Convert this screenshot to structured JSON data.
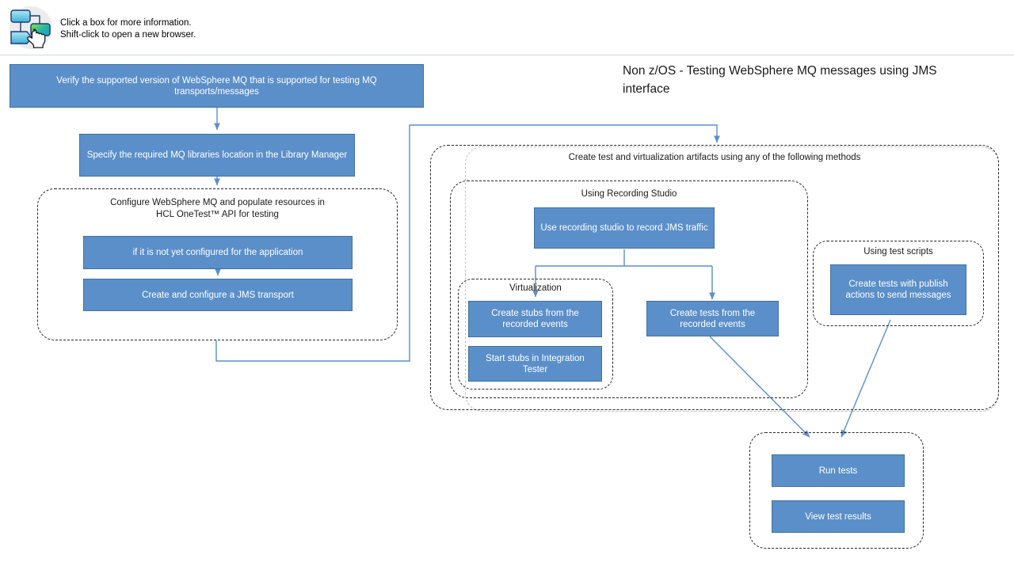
{
  "legend": {
    "icon_name": "flowchart-click-icon",
    "text": "Click a box for more information.\nShift-click to open a new browser."
  },
  "diagram": {
    "title": "Non z/OS - Testing WebSphere MQ messages using JMS interface",
    "colors": {
      "box_fill": "#5b8fc9",
      "box_border": "#41719c",
      "box_text": "#ffffff",
      "connector": "#5b8fc9",
      "group_border": "#262626",
      "group_border_faint": "#bfbfbf",
      "background": "#ffffff"
    },
    "boxes": {
      "verify_version": "Verify the supported version of WebSphere MQ that is supported for testing MQ transports/messages",
      "specify_libraries": "Specify the required MQ libraries location in the Library Manager",
      "not_yet_configured": "if it is not yet configured for the application",
      "create_jms_transport": "Create and configure a JMS transport",
      "use_recording_studio": "Use recording studio to record JMS traffic",
      "create_stubs": "Create stubs from the recorded events",
      "start_stubs": "Start stubs in Integration Tester",
      "create_tests_recorded": "Create tests from the recorded events",
      "create_tests_publish": "Create tests with publish actions to send messages",
      "run_tests": "Run tests",
      "view_test_results": "View test results"
    },
    "groups": {
      "configure_mq": "Configure WebSphere MQ and populate resources in\nHCL OneTest™ API for testing",
      "create_artifacts": "Create test and virtualization artifacts using any of the following methods",
      "using_recording_studio": "Using Recording Studio",
      "virtualization": "Virtualization",
      "using_test_scripts": "Using test scripts",
      "results": ""
    }
  }
}
